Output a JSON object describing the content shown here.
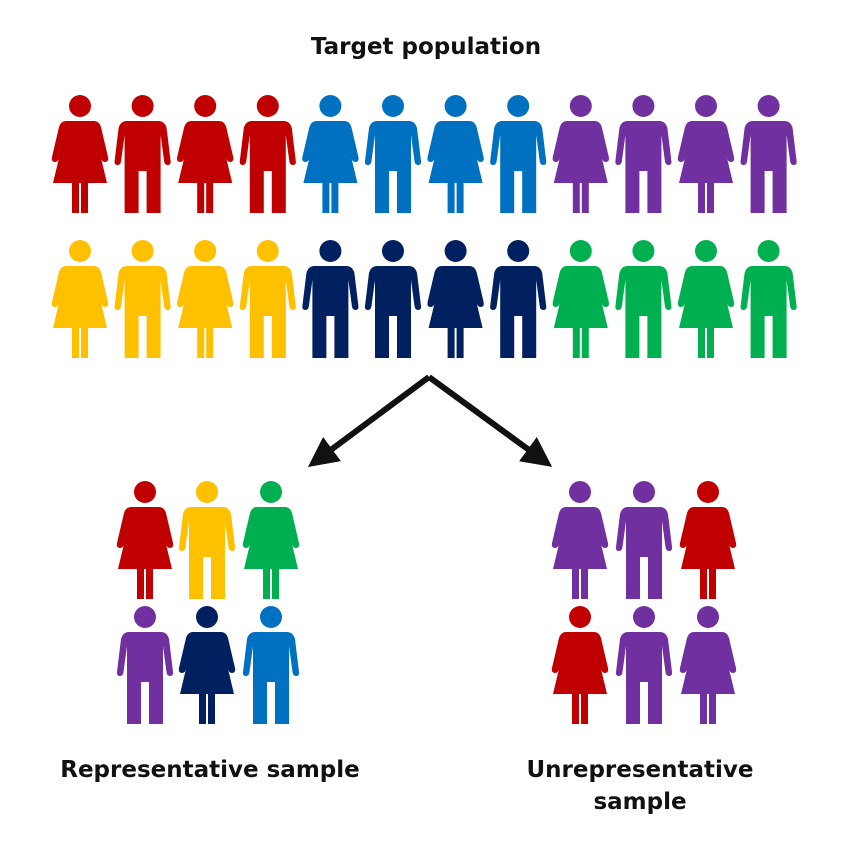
{
  "title": "Target population",
  "representative_label": "Representative sample",
  "unrepresentative_label": "Unrepresentative sample",
  "colors": {
    "red": "#c00000",
    "blue": "#0070c0",
    "purple": "#7030a0",
    "yellow": "#ffc000",
    "navy": "#002060",
    "green": "#00b050",
    "arrow": "#111111"
  },
  "population": [
    [
      {
        "g": "f",
        "c": "red"
      },
      {
        "g": "m",
        "c": "red"
      },
      {
        "g": "f",
        "c": "red"
      },
      {
        "g": "m",
        "c": "red"
      },
      {
        "g": "f",
        "c": "blue"
      },
      {
        "g": "m",
        "c": "blue"
      },
      {
        "g": "f",
        "c": "blue"
      },
      {
        "g": "m",
        "c": "blue"
      },
      {
        "g": "f",
        "c": "purple"
      },
      {
        "g": "m",
        "c": "purple"
      },
      {
        "g": "f",
        "c": "purple"
      },
      {
        "g": "m",
        "c": "purple"
      }
    ],
    [
      {
        "g": "f",
        "c": "yellow"
      },
      {
        "g": "m",
        "c": "yellow"
      },
      {
        "g": "f",
        "c": "yellow"
      },
      {
        "g": "m",
        "c": "yellow"
      },
      {
        "g": "m",
        "c": "navy"
      },
      {
        "g": "m",
        "c": "navy"
      },
      {
        "g": "f",
        "c": "navy"
      },
      {
        "g": "m",
        "c": "navy"
      },
      {
        "g": "f",
        "c": "green"
      },
      {
        "g": "m",
        "c": "green"
      },
      {
        "g": "f",
        "c": "green"
      },
      {
        "g": "m",
        "c": "green"
      }
    ]
  ],
  "representative_sample": [
    [
      {
        "g": "f",
        "c": "red"
      },
      {
        "g": "m",
        "c": "yellow"
      },
      {
        "g": "f",
        "c": "green"
      }
    ],
    [
      {
        "g": "m",
        "c": "purple"
      },
      {
        "g": "f",
        "c": "navy"
      },
      {
        "g": "m",
        "c": "blue"
      }
    ]
  ],
  "unrepresentative_sample": [
    [
      {
        "g": "f",
        "c": "purple"
      },
      {
        "g": "m",
        "c": "purple"
      },
      {
        "g": "f",
        "c": "red"
      }
    ],
    [
      {
        "g": "f",
        "c": "red"
      },
      {
        "g": "m",
        "c": "purple"
      },
      {
        "g": "f",
        "c": "purple"
      }
    ]
  ]
}
